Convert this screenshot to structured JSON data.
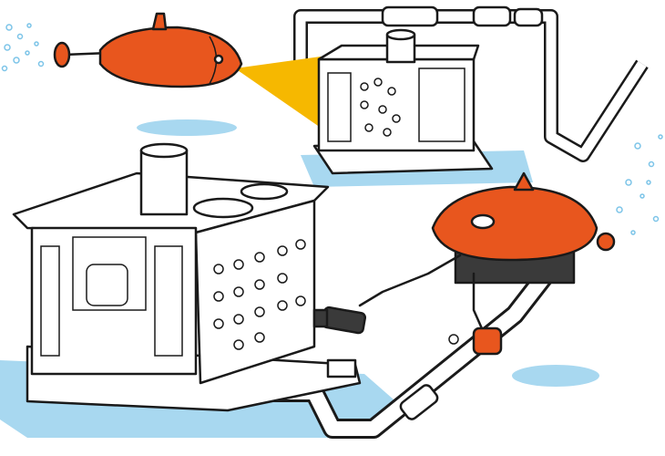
{
  "colors": {
    "background": "#ffffff",
    "seafloor": "#a8d8f0",
    "vehicle": "#e8561e",
    "vehicle_dark": "#3a3a3a",
    "light_beam": "#f6b800",
    "outline": "#1a1a1a",
    "bubbles": "#7cc4e8"
  },
  "objects": [
    "autonomous-underwater-vehicle",
    "subsea-module-small",
    "subsea-module-large",
    "remotely-operated-vehicle",
    "pipeline"
  ]
}
